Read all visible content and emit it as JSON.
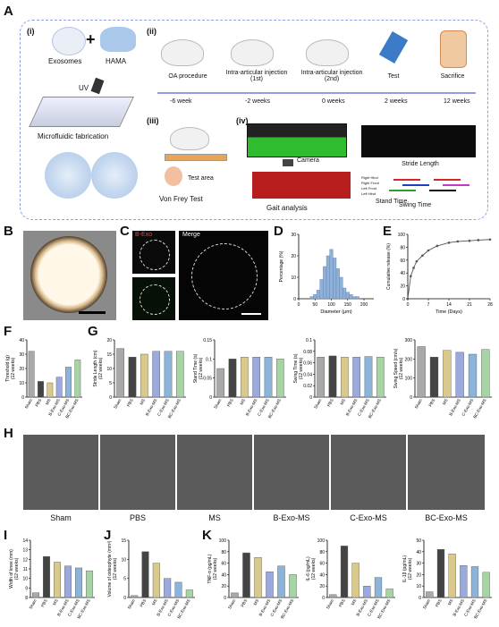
{
  "panelA": {
    "letter": "A",
    "sub_i": "(i)",
    "sub_ii": "(ii)",
    "sub_iii": "(iii)",
    "sub_iv": "(iv)",
    "exosomes": "Exosomes",
    "plus": "+",
    "hama": "HAMA",
    "uv": "UV",
    "microfluidic": "Microfluidic fabrication",
    "timeline_events": [
      "OA procedure",
      "Intra-articular injection (1st)",
      "Intra-articular injection (2nd)",
      "Test",
      "Sacrifice"
    ],
    "timeline_times": [
      "-6 week",
      "-2 weeks",
      "0 weeks",
      "2 weeks",
      "12 weeks"
    ],
    "von_frey": "Von Frey Test",
    "test_area": "Test area",
    "camera": "Camera",
    "stride_length": "Stride Length",
    "stand_time": "Stand Time",
    "swing_time": "Swing Time",
    "gait_analysis": "Gait analysis",
    "paw_labels": [
      "Right Hind",
      "Right Front",
      "Left Front",
      "Left Hind"
    ]
  },
  "panelB": {
    "letter": "B"
  },
  "panelC": {
    "letter": "C",
    "merge": "Merge",
    "bexo": "B-Exo"
  },
  "panelD": {
    "letter": "D",
    "chart_data": {
      "type": "bar",
      "xlabel": "Diameter (μm)",
      "ylabel": "Percentage (%)",
      "ylim": [
        0,
        30
      ],
      "yticks": [
        0,
        10,
        20,
        30
      ],
      "xticks": [
        0,
        50,
        100,
        150,
        200
      ],
      "x": [
        40,
        50,
        60,
        70,
        80,
        90,
        100,
        110,
        120,
        130,
        140,
        150,
        160,
        170,
        180
      ],
      "values": [
        1,
        2,
        4,
        9,
        15,
        20,
        23,
        19,
        14,
        10,
        5,
        3,
        2,
        1,
        1
      ]
    }
  },
  "panelE": {
    "letter": "E",
    "chart_data": {
      "type": "line",
      "xlabel": "Time (Days)",
      "ylabel": "Cumulative release (%)",
      "ylim": [
        0,
        100
      ],
      "yticks": [
        0,
        20,
        40,
        60,
        80,
        100
      ],
      "xticks": [
        0,
        7,
        14,
        21,
        28
      ],
      "x": [
        0,
        1,
        2,
        3,
        5,
        7,
        10,
        14,
        17,
        21,
        24,
        28
      ],
      "values": [
        0,
        35,
        48,
        58,
        67,
        75,
        82,
        87,
        89,
        90,
        91,
        92
      ]
    }
  },
  "groups": [
    "Sham",
    "PBS",
    "MS",
    "B-Exo-MS",
    "C-Exo-MS",
    "BC-Exo-MS"
  ],
  "panelF": {
    "letter": "F",
    "chart_data": {
      "type": "bar",
      "ylabel": "Threshold (g)\n(12 weeks)",
      "ylim": [
        0,
        40
      ],
      "yticks": [
        0,
        10,
        20,
        30,
        40
      ],
      "categories": [
        "Sham",
        "PBS",
        "MS",
        "B-Exo-MS",
        "C-Exo-MS",
        "BC-Exo-MS"
      ],
      "values": [
        32,
        11,
        10,
        14,
        21,
        26
      ]
    }
  },
  "panelG": {
    "letter": "G",
    "charts": [
      {
        "type": "bar",
        "ylabel": "Stride Length (cm)\n(12 weeks)",
        "ylim": [
          0,
          20
        ],
        "yticks": [
          0,
          5,
          10,
          15,
          20
        ],
        "categories": [
          "Sham",
          "PBS",
          "MS",
          "B-Exo-MS",
          "C-Exo-MS",
          "BC-Exo-MS"
        ],
        "values": [
          17,
          14,
          15,
          16,
          16,
          16
        ]
      },
      {
        "type": "bar",
        "ylabel": "Stand Time (s)\n(12 weeks)",
        "ylim": [
          0,
          0.15
        ],
        "yticks": [
          0,
          0.05,
          0.1,
          0.15
        ],
        "categories": [
          "Sham",
          "PBS",
          "MS",
          "B-Exo-MS",
          "C-Exo-MS",
          "BC-Exo-MS"
        ],
        "values": [
          0.075,
          0.1,
          0.105,
          0.105,
          0.105,
          0.1
        ]
      },
      {
        "type": "bar",
        "ylabel": "Swing Time (s)\n(12 weeks)",
        "ylim": [
          0,
          0.1
        ],
        "yticks": [
          0,
          0.02,
          0.04,
          0.06,
          0.08,
          0.1
        ],
        "categories": [
          "Sham",
          "PBS",
          "MS",
          "B-Exo-MS",
          "C-Exo-MS",
          "BC-Exo-MS"
        ],
        "values": [
          0.07,
          0.072,
          0.07,
          0.07,
          0.071,
          0.07
        ]
      },
      {
        "type": "bar",
        "ylabel": "Swing Speed (cm/s)\n(12 weeks)",
        "ylim": [
          0,
          300
        ],
        "yticks": [
          0,
          100,
          200,
          300
        ],
        "categories": [
          "Sham",
          "PBS",
          "MS",
          "B-Exo-MS",
          "C-Exo-MS",
          "BC-Exo-MS"
        ],
        "values": [
          265,
          210,
          245,
          235,
          225,
          250
        ]
      }
    ]
  },
  "panelH": {
    "letter": "H",
    "labels": [
      "Sham",
      "PBS",
      "MS",
      "B-Exo-MS",
      "C-Exo-MS",
      "BC-Exo-MS"
    ]
  },
  "panelI": {
    "letter": "I",
    "chart_data": {
      "type": "bar",
      "ylabel": "Width of knee (mm)\n(12 weeks)",
      "ylim": [
        8,
        14
      ],
      "yticks": [
        8,
        9,
        10,
        11,
        12,
        13,
        14
      ],
      "categories": [
        "Sham",
        "PBS",
        "MS",
        "B-Exo-MS",
        "C-Exo-MS",
        "BC-Exo-MS"
      ],
      "values": [
        8.5,
        12.3,
        11.7,
        11.3,
        11.1,
        10.8
      ]
    }
  },
  "panelJ": {
    "letter": "J",
    "chart_data": {
      "type": "bar",
      "ylabel": "Volume of osteophyte (mm³)\n(12 weeks)",
      "ylim": [
        0,
        15
      ],
      "yticks": [
        0,
        5,
        10,
        15
      ],
      "categories": [
        "Sham",
        "PBS",
        "MS",
        "B-Exo-MS",
        "C-Exo-MS",
        "BC-Exo-MS"
      ],
      "values": [
        0.5,
        12,
        9,
        5,
        4,
        2
      ]
    }
  },
  "panelK": {
    "letter": "K",
    "charts": [
      {
        "type": "bar",
        "ylabel": "TNF-α (pg/mL)\n(12 weeks)",
        "ylim": [
          0,
          100
        ],
        "yticks": [
          0,
          20,
          40,
          60,
          80,
          100
        ],
        "categories": [
          "Sham",
          "PBS",
          "MS",
          "B-Exo-MS",
          "C-Exo-MS",
          "BC-Exo-MS"
        ],
        "values": [
          8,
          78,
          70,
          45,
          55,
          40
        ]
      },
      {
        "type": "bar",
        "ylabel": "IL-6 (pg/mL)\n(12 weeks)",
        "ylim": [
          0,
          100
        ],
        "yticks": [
          0,
          20,
          40,
          60,
          80,
          100
        ],
        "categories": [
          "Sham",
          "PBS",
          "MS",
          "B-Exo-MS",
          "C-Exo-MS",
          "BC-Exo-MS"
        ],
        "values": [
          5,
          90,
          60,
          20,
          35,
          15
        ]
      },
      {
        "type": "bar",
        "ylabel": "IL-1β (pg/mL)\n(12 weeks)",
        "ylim": [
          0,
          50
        ],
        "yticks": [
          0,
          10,
          20,
          30,
          40,
          50
        ],
        "categories": [
          "Sham",
          "PBS",
          "MS",
          "B-Exo-MS",
          "C-Exo-MS",
          "BC-Exo-MS"
        ],
        "values": [
          5,
          42,
          38,
          28,
          27,
          22
        ]
      }
    ]
  },
  "colors": {
    "sham": "#a9a9a9",
    "pbs": "#444444",
    "ms": "#d9c98a",
    "bexo": "#9aa9de",
    "cexo": "#8cb4d8",
    "bcexo": "#a6d4a4",
    "hist": "#8fb1d9",
    "dash": "#8f9fe0"
  }
}
